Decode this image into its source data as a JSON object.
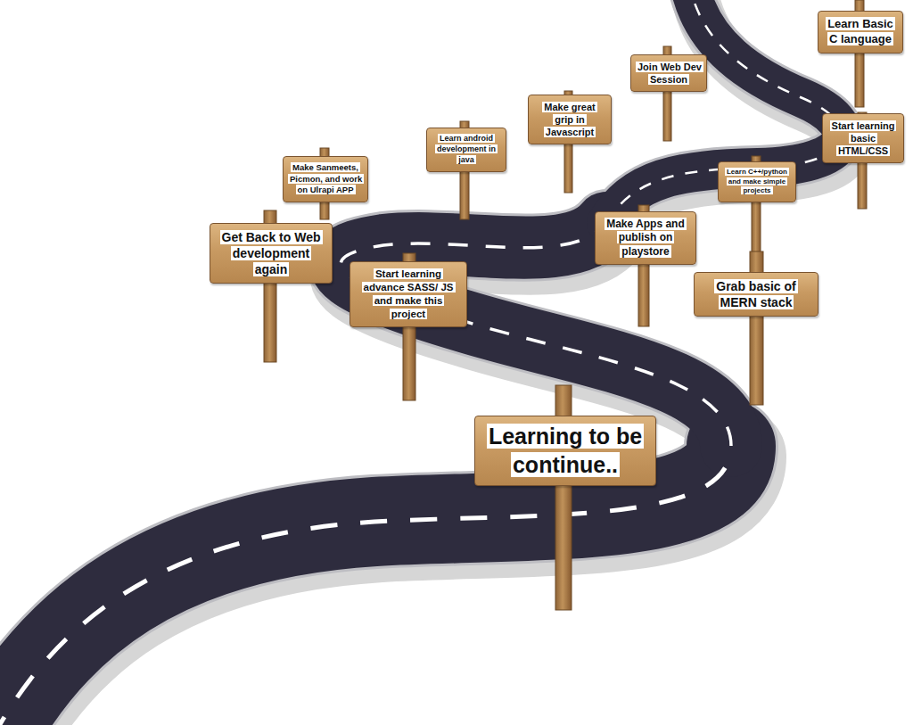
{
  "diagram": {
    "nodes": [
      {
        "text": [
          "Learn Basic C language"
        ]
      },
      {
        "text": [
          "Start learning basic HTML/CSS"
        ]
      },
      {
        "text": [
          "Learn C++/python and make simple projects"
        ]
      },
      {
        "text": [
          "Join Web Dev Session"
        ]
      },
      {
        "text": [
          "Make great grip in Javascript"
        ]
      },
      {
        "text": [
          "Learn android development in java"
        ]
      },
      {
        "text": [
          "Make Apps and publish on playstore"
        ]
      },
      {
        "text": [
          "Make Sanmeets, Picmon, and work on Ulrapi APP"
        ]
      },
      {
        "text": [
          "Get Back to Web development again"
        ]
      },
      {
        "text": [
          "Start learning advance SASS/ JS and make this project"
        ]
      },
      {
        "text": [
          "Grab basic of MERN stack"
        ]
      },
      {
        "text": [
          "Learning to be continue.."
        ]
      }
    ]
  }
}
